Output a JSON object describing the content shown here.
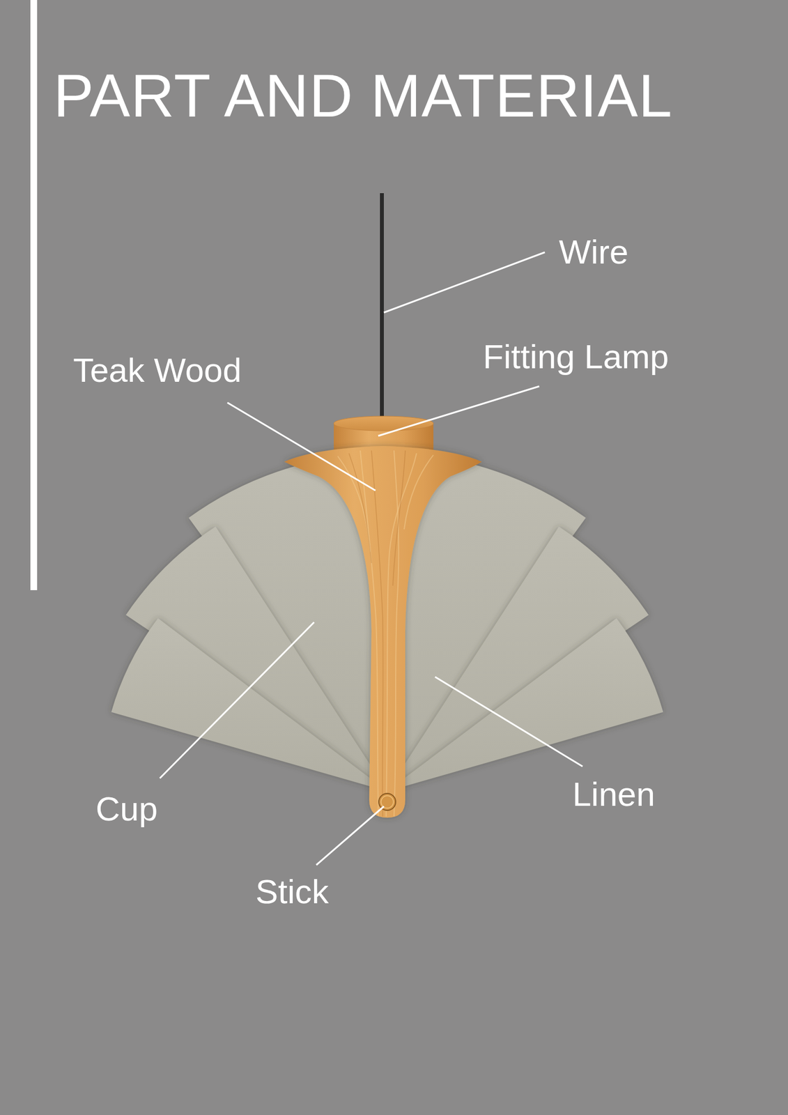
{
  "diagram": {
    "title": "PART AND MATERIAL",
    "labels": [
      "Wire",
      "Fitting Lamp",
      "Teak Wood",
      "Cup",
      "Linen",
      "Stick"
    ]
  }
}
